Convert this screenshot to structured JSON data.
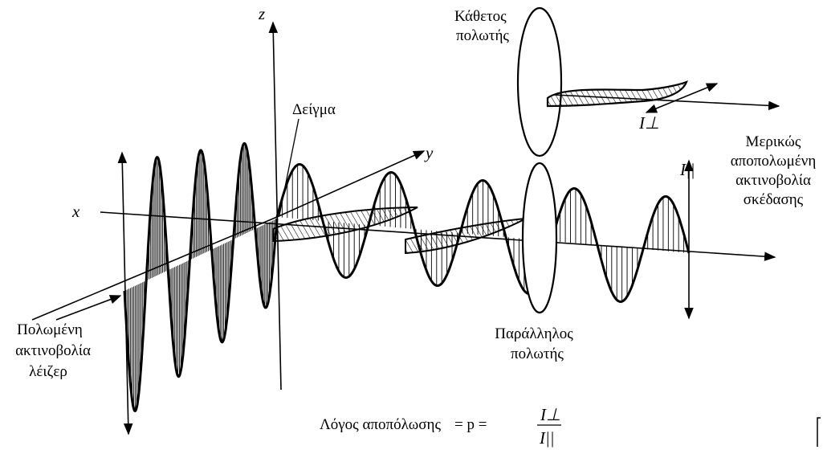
{
  "labels": {
    "perpendicular_polarizer": [
      "Κάθετος",
      "πολωτής"
    ],
    "sample": "Δείγμα",
    "scattered_radiation": [
      "Μερικώς",
      "αποπολωμένη",
      "ακτινοβολία",
      "σκέδασης"
    ],
    "laser_radiation": [
      "Πολωμένη",
      "ακτινοβολία",
      "λέιζερ"
    ],
    "parallel_polarizer": [
      "Παράλληλος",
      "πολωτής"
    ],
    "formula_text": "Λόγος αποπόλωσης",
    "formula_eq": "= p =",
    "I_perp": "I⊥",
    "I_par": "I||"
  },
  "axes": {
    "x": "x",
    "y": "y",
    "z": "z"
  }
}
